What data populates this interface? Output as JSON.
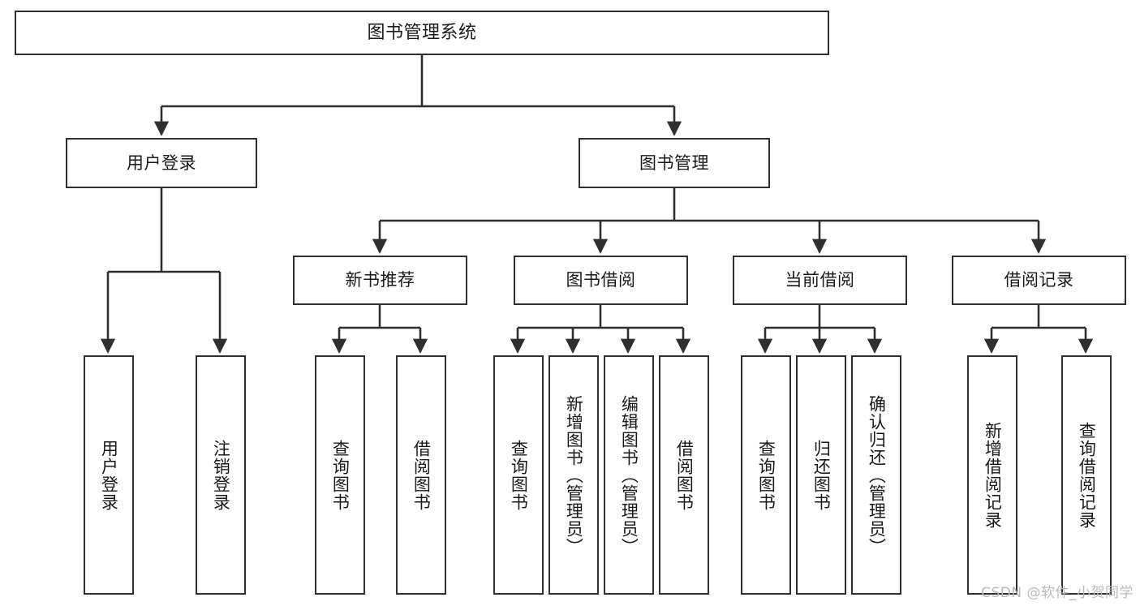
{
  "diagram": {
    "title": "图书管理系统",
    "watermark": "CSDN @软件_小贺同学",
    "colors": {
      "stroke": "#2f2f2f",
      "fill": "#ffffff",
      "text": "#1a1a1a",
      "watermark": "#b9b9b9"
    },
    "nodes": {
      "root": {
        "label": "图书管理系统"
      },
      "level2": [
        {
          "label": "用户登录"
        },
        {
          "label": "图书管理"
        }
      ],
      "level3": [
        {
          "label": "新书推荐"
        },
        {
          "label": "图书借阅"
        },
        {
          "label": "当前借阅"
        },
        {
          "label": "借阅记录"
        }
      ],
      "leaves": {
        "user_login": [
          {
            "label": "用户登录"
          },
          {
            "label": "注销登录"
          }
        ],
        "new_book_recommend": [
          {
            "label": "查询图书"
          },
          {
            "label": "借阅图书"
          }
        ],
        "book_borrow": [
          {
            "label": "查询图书"
          },
          {
            "label": "新增图书（管理员）"
          },
          {
            "label": "编辑图书（管理员）"
          },
          {
            "label": "借阅图书"
          }
        ],
        "current_borrow": [
          {
            "label": "查询图书"
          },
          {
            "label": "归还图书"
          },
          {
            "label": "确认归还（管理员）"
          }
        ],
        "borrow_record": [
          {
            "label": "新增借阅记录"
          },
          {
            "label": "查询借阅记录"
          }
        ]
      }
    }
  }
}
